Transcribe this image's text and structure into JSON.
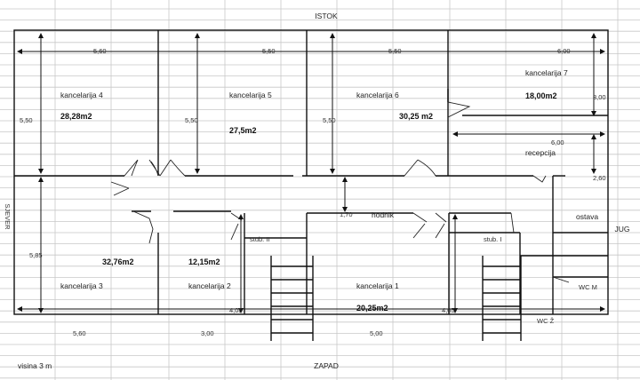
{
  "orientation": {
    "north": "ISTOK",
    "south": "ZAPAD",
    "east": "JUG",
    "west_vertical": "SJEVER"
  },
  "height_note": "visina 3 m",
  "rooms": [
    {
      "name": "kancelarija 4",
      "area": "28,28m2"
    },
    {
      "name": "kancelarija 5",
      "area": "27,5m2"
    },
    {
      "name": "kancelarija 6",
      "area": "30,25 m2"
    },
    {
      "name": "kancelarija 7",
      "area": "18,00m2"
    },
    {
      "name": "kancelarija 3",
      "area": "32,76m2"
    },
    {
      "name": "kancelarija 2",
      "area": "12,15m2"
    },
    {
      "name": "kancelarija 1",
      "area": "20,25m2"
    }
  ],
  "spaces": {
    "recepcija": "recepcija",
    "hodnik": "hodnik",
    "stub2": "stub. II",
    "stub1": "stub. I",
    "ostava": "ostava",
    "wcm": "WC M",
    "wcz": "WC Ž"
  },
  "dimensions": {
    "top_1": "5,60",
    "top_2": "5,50",
    "top_3": "5,50",
    "top_4": "6,00",
    "left_top": "5,50",
    "mid_5": "5,50",
    "mid_6": "5,50",
    "right_top": "3,00",
    "recep_w": "6,00",
    "right_mid": "2,60",
    "hall": "1,70",
    "left_bottom": "5,85",
    "k2_h": "4,05",
    "k1_h": "4,05",
    "bot_1": "5,60",
    "bot_2": "3,00",
    "bot_3": "5,00"
  }
}
